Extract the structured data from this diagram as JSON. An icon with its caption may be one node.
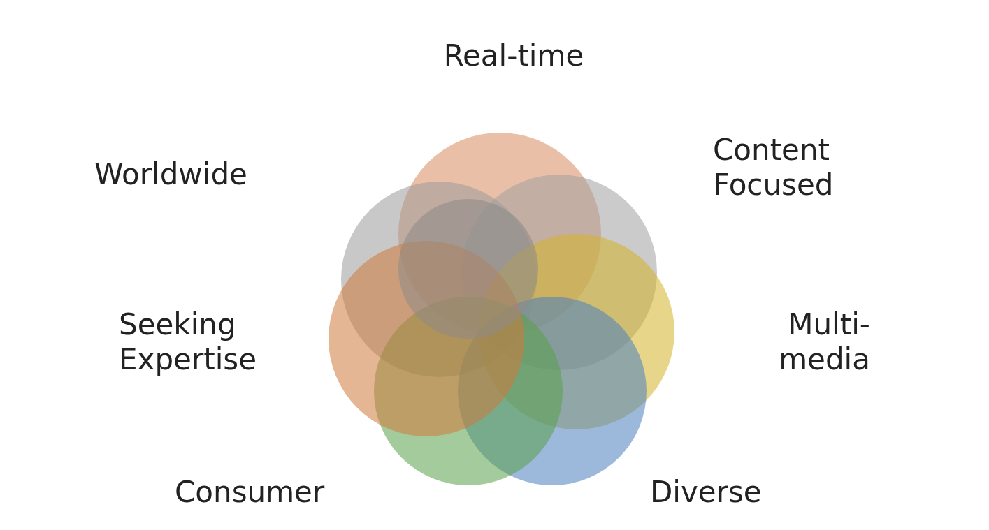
{
  "diagram": {
    "labels": [
      "Real-time",
      "Worldwide",
      "Content Focused",
      "Seeking Expertise",
      "Multi-media",
      "Consumer",
      "Diverse"
    ]
  }
}
